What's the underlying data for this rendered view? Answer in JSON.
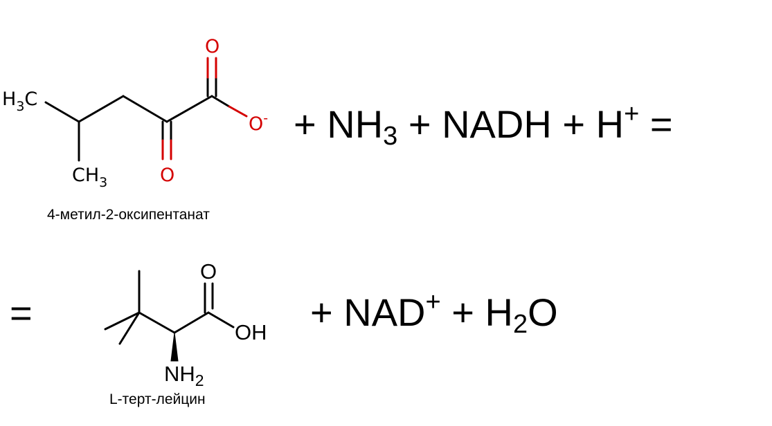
{
  "reactant": {
    "name": "4-метил-2-оксипентанат",
    "labels": {
      "h3c_main": "H",
      "h3c_sub": "3",
      "h3c_tail": "C",
      "ch3_head": "CH",
      "ch3_sub": "3",
      "o_top": "O",
      "o_minus": "O",
      "minus_sign": "-",
      "o_keto": "O"
    }
  },
  "equation": {
    "line1": {
      "plus1": "+ ",
      "nh": "NH",
      "nh_sub": "3",
      "plus2": " + NADH + H",
      "h_sup": "+",
      "tail": " ="
    },
    "line2_left": "=",
    "line2": {
      "plus1": "+ NAD",
      "nad_sup": "+",
      "plus2": " + H",
      "h2o_sub": "2",
      "o": "O"
    }
  },
  "product": {
    "name": "L-терт-лейцин",
    "labels": {
      "o_top": "O",
      "oh": "OH",
      "nh": "NH",
      "nh_sub": "2"
    }
  },
  "colors": {
    "bond": "#000000",
    "oxygen": "#d40000",
    "text": "#000000",
    "background": "#ffffff"
  }
}
